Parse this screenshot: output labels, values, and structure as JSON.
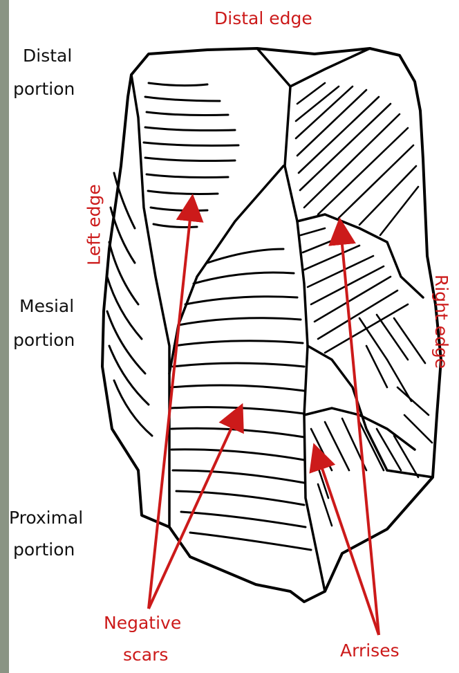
{
  "labels": {
    "distal_edge": "Distal edge",
    "distal_portion_1": "Distal",
    "distal_portion_2": "portion",
    "left_edge": "Left edge",
    "right_edge": "Right edge",
    "mesial_portion_1": "Mesial",
    "mesial_portion_2": "portion",
    "proximal_portion_1": "Proximal",
    "proximal_portion_2": "portion",
    "negative_scars_1": "Negative",
    "negative_scars_2": "scars",
    "arrises": "Arrises"
  },
  "colors": {
    "annotation": "#cc1a1a",
    "text": "#111111",
    "outline": "#000000",
    "side_strip": "#8a9484"
  }
}
